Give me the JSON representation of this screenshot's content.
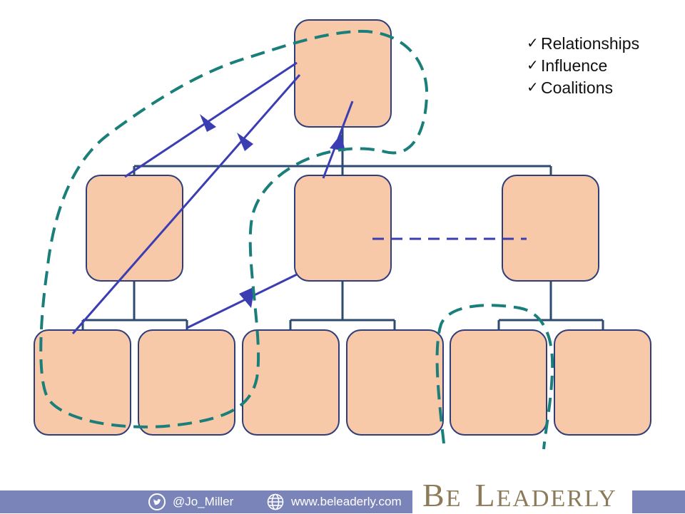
{
  "checklist": {
    "items": [
      "Relationships",
      "Influence",
      "Coalitions"
    ],
    "mark": "✓"
  },
  "diagram": {
    "box_fill": "#f8c9a8",
    "box_stroke": "#2f3d7a",
    "connector_color": "#2c4a72",
    "arrow_color": "#3b3db3",
    "dashed_blue": "#3b3db3",
    "dashed_teal": "#1a7f7a"
  },
  "footer": {
    "twitter_handle": "@Jo_Miller",
    "website": "www.beleaderly.com",
    "brand_first": "Be",
    "brand_second": "Leaderly",
    "bar_color": "#7b84b8",
    "brand_color": "#8c7b5a"
  }
}
